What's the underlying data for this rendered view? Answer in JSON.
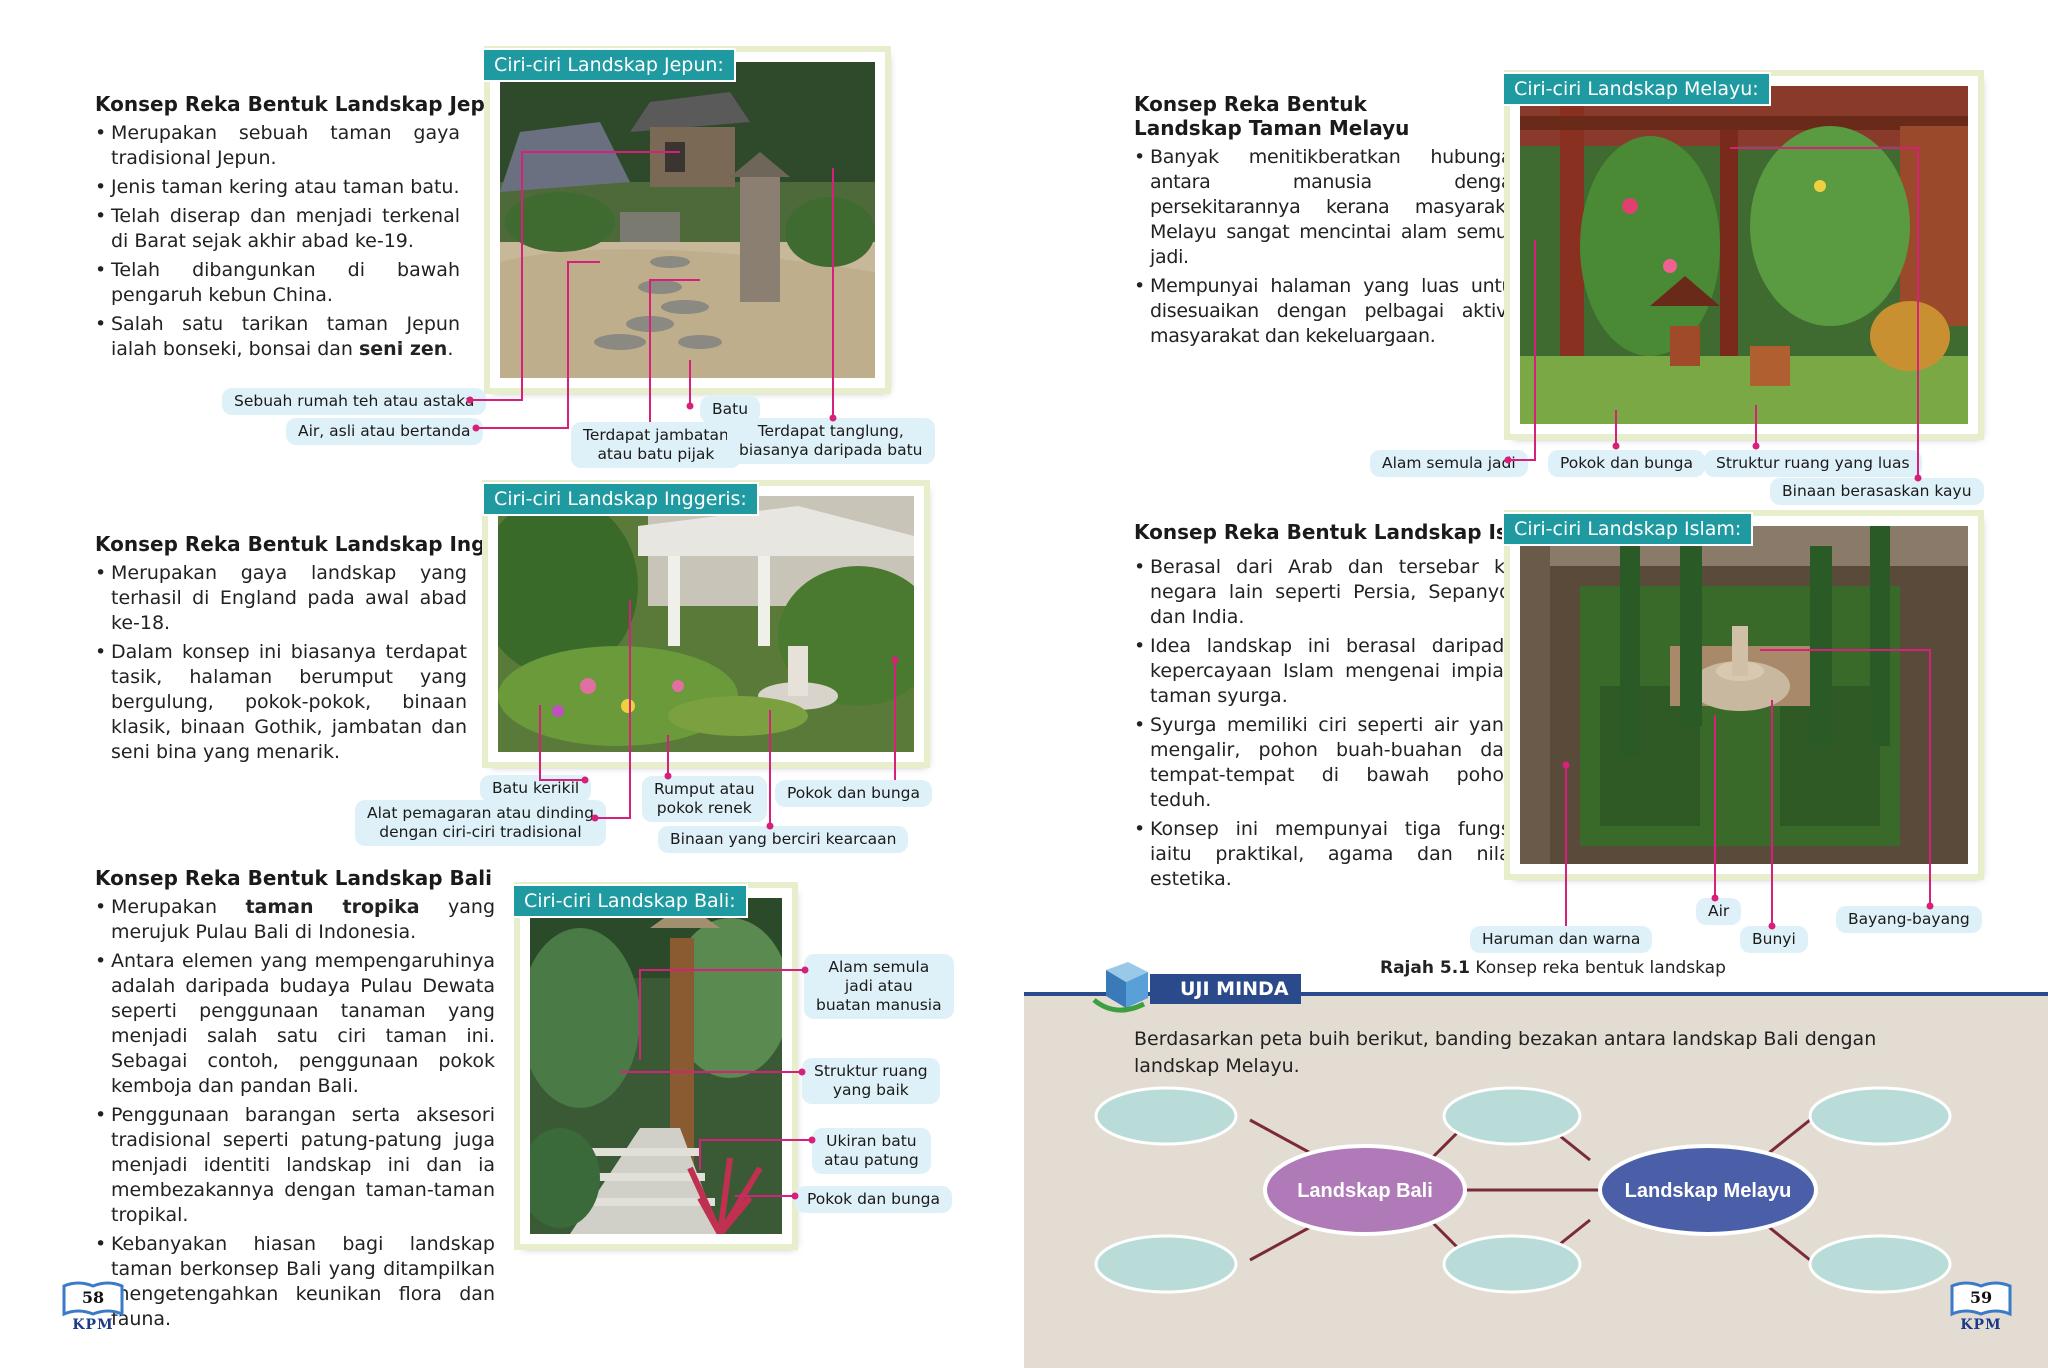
{
  "left_page": {
    "japan": {
      "title": "Konsep Reka Bentuk Landskap Jepun",
      "bullets": [
        "Merupakan sebuah taman gaya tradisional Jepun.",
        "Jenis taman kering atau taman batu.",
        "Telah diserap dan menjadi terkenal di Barat sejak akhir abad ke-19.",
        "Telah dibangunkan di bawah pengaruh kebun China.",
        "Salah satu tarikan taman Jepun ialah bonseki, bonsai dan"
      ],
      "bullet5_bold": "seni zen",
      "bullet5_end": ".",
      "frame_title": "Ciri-ciri Landskap Jepun:",
      "callouts": {
        "teahouse": "Sebuah rumah teh atau astaka",
        "water": "Air, asli atau bertanda",
        "stone": "Batu",
        "bridge": "Terdapat jambatan\natau batu pijak",
        "lantern": "Terdapat tanglung,\nbiasanya daripada batu"
      }
    },
    "english": {
      "title": "Konsep Reka Bentuk Landskap Inggeris",
      "bullets": [
        "Merupakan gaya landskap yang terhasil di England pada awal abad ke-18.",
        "Dalam konsep ini biasanya terdapat tasik, halaman berumput yang bergulung, pokok-pokok, binaan klasik, binaan Gothik, jambatan dan seni bina yang menarik."
      ],
      "frame_title": "Ciri-ciri Landskap Inggeris:",
      "callouts": {
        "gravel": "Batu kerikil",
        "fence": "Alat pemagaran atau dinding\ndengan ciri-ciri tradisional",
        "grass": "Rumput atau\npokok renek",
        "plants": "Pokok dan bunga",
        "structure": "Binaan yang berciri kearcaan"
      }
    },
    "bali": {
      "title": "Konsep Reka Bentuk Landskap Bali",
      "b1_pre": "Merupakan",
      "b1_bold": "taman tropika",
      "b1_post": "yang merujuk Pulau Bali di Indonesia.",
      "bullets": [
        "Antara elemen yang mempengaruhinya adalah daripada budaya Pulau Dewata seperti penggunaan tanaman yang menjadi salah satu ciri taman ini. Sebagai contoh, penggunaan pokok kemboja dan pandan Bali.",
        "Penggunaan barangan serta aksesori tradisional seperti patung-patung juga menjadi identiti landskap ini dan ia membezakannya dengan taman-taman tropikal.",
        "Kebanyakan hiasan bagi landskap taman berkonsep Bali yang ditampilkan mengetengahkan keunikan flora dan fauna."
      ],
      "frame_title": "Ciri-ciri Landskap Bali:",
      "callouts": {
        "nature": "Alam semula\njadi atau\nbuatan manusia",
        "space": "Struktur ruang\nyang baik",
        "carving": "Ukiran batu\natau patung",
        "plants": "Pokok dan bunga"
      }
    },
    "page_number": "58",
    "kpm": "KPM"
  },
  "right_page": {
    "malay": {
      "title": "Konsep Reka Bentuk Landskap Taman Melayu",
      "bullets": [
        "Banyak menitikberatkan hubungan antara manusia dengan persekitarannya kerana masyarakat Melayu sangat mencintai alam semula jadi.",
        "Mempunyai halaman yang luas untuk disesuaikan dengan pelbagai aktiviti masyarakat dan kekeluargaan."
      ],
      "frame_title": "Ciri-ciri Landskap Melayu:",
      "callouts": {
        "nature": "Alam semula jadi",
        "plants": "Pokok dan bunga",
        "space": "Struktur ruang yang luas",
        "wood": "Binaan berasaskan kayu"
      }
    },
    "islam": {
      "title": "Konsep Reka Bentuk Landskap Islam",
      "bullets": [
        "Berasal dari Arab dan tersebar ke negara lain seperti Persia, Sepanyol dan India.",
        "Idea landskap ini berasal daripada kepercayaan Islam mengenai impian taman syurga.",
        "Syurga memiliki ciri seperti air yang mengalir, pohon buah-buahan dan tempat-tempat di bawah pohon teduh.",
        "Konsep ini mempunyai tiga fungsi iaitu praktikal, agama dan nilai estetika."
      ],
      "frame_title": "Ciri-ciri Landskap Islam:",
      "callouts": {
        "water": "Air",
        "shadow": "Bayang-bayang",
        "scent": "Haruman dan warna",
        "sound": "Bunyi"
      }
    },
    "caption_bold": "Rajah 5.1",
    "caption_text": "Konsep reka bentuk landskap",
    "uji": {
      "label": "UJI MINDA",
      "text": "Berdasarkan peta buih berikut, banding bezakan antara landskap Bali dengan landskap Melayu.",
      "bubble_left": "Landskap Bali",
      "bubble_right": "Landskap Melayu"
    },
    "page_number": "59",
    "kpm": "KPM"
  },
  "colors": {
    "accent_teal": "#1f9aa0",
    "callout_bg": "#dff1f8",
    "leader_magenta": "#d6207a",
    "navy": "#2b4a8b",
    "bubble_purple": "#b07ab8",
    "bubble_blue": "#4a5fa8",
    "bubble_light": "#b9dcd8"
  }
}
